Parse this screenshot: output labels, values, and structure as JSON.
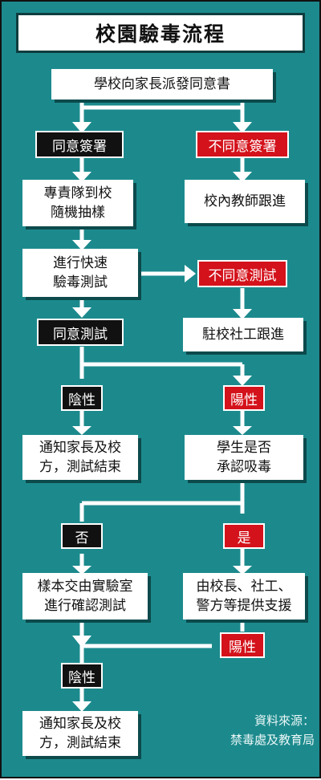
{
  "title": "校園驗毒流程",
  "steps": {
    "notify_parents": "學校向家長派發同意書",
    "random_sample": [
      "專責隊到校",
      "隨機抽樣"
    ],
    "teacher_follow": "校內教師跟進",
    "quick_test": [
      "進行快速",
      "驗毒測試"
    ],
    "social_worker": "駐校社工跟進",
    "end_negative": [
      "通知家長及校",
      "方，測試結束"
    ],
    "student_admit": [
      "學生是否",
      "承認吸毒"
    ],
    "lab_test": [
      "樣本交由實驗室",
      "進行確認測試"
    ],
    "support": [
      "由校長、社工、",
      "警方等提供支援"
    ],
    "end_final": [
      "通知家長及校",
      "方，測試結束"
    ]
  },
  "labels": {
    "agree_sign": "同意簽署",
    "disagree_sign": "不同意簽署",
    "disagree_test": "不同意測試",
    "agree_test": "同意測試",
    "negative": "陰性",
    "positive": "陽性",
    "no": "否",
    "yes": "是",
    "positive2": "陽性",
    "negative2": "陰性"
  },
  "source": [
    "資料來源：",
    "禁毒處及教育局"
  ],
  "colors": {
    "background": "#1c8a8d",
    "box": "#ffffff",
    "label_black": "#111111",
    "label_red": "#d4121b"
  }
}
